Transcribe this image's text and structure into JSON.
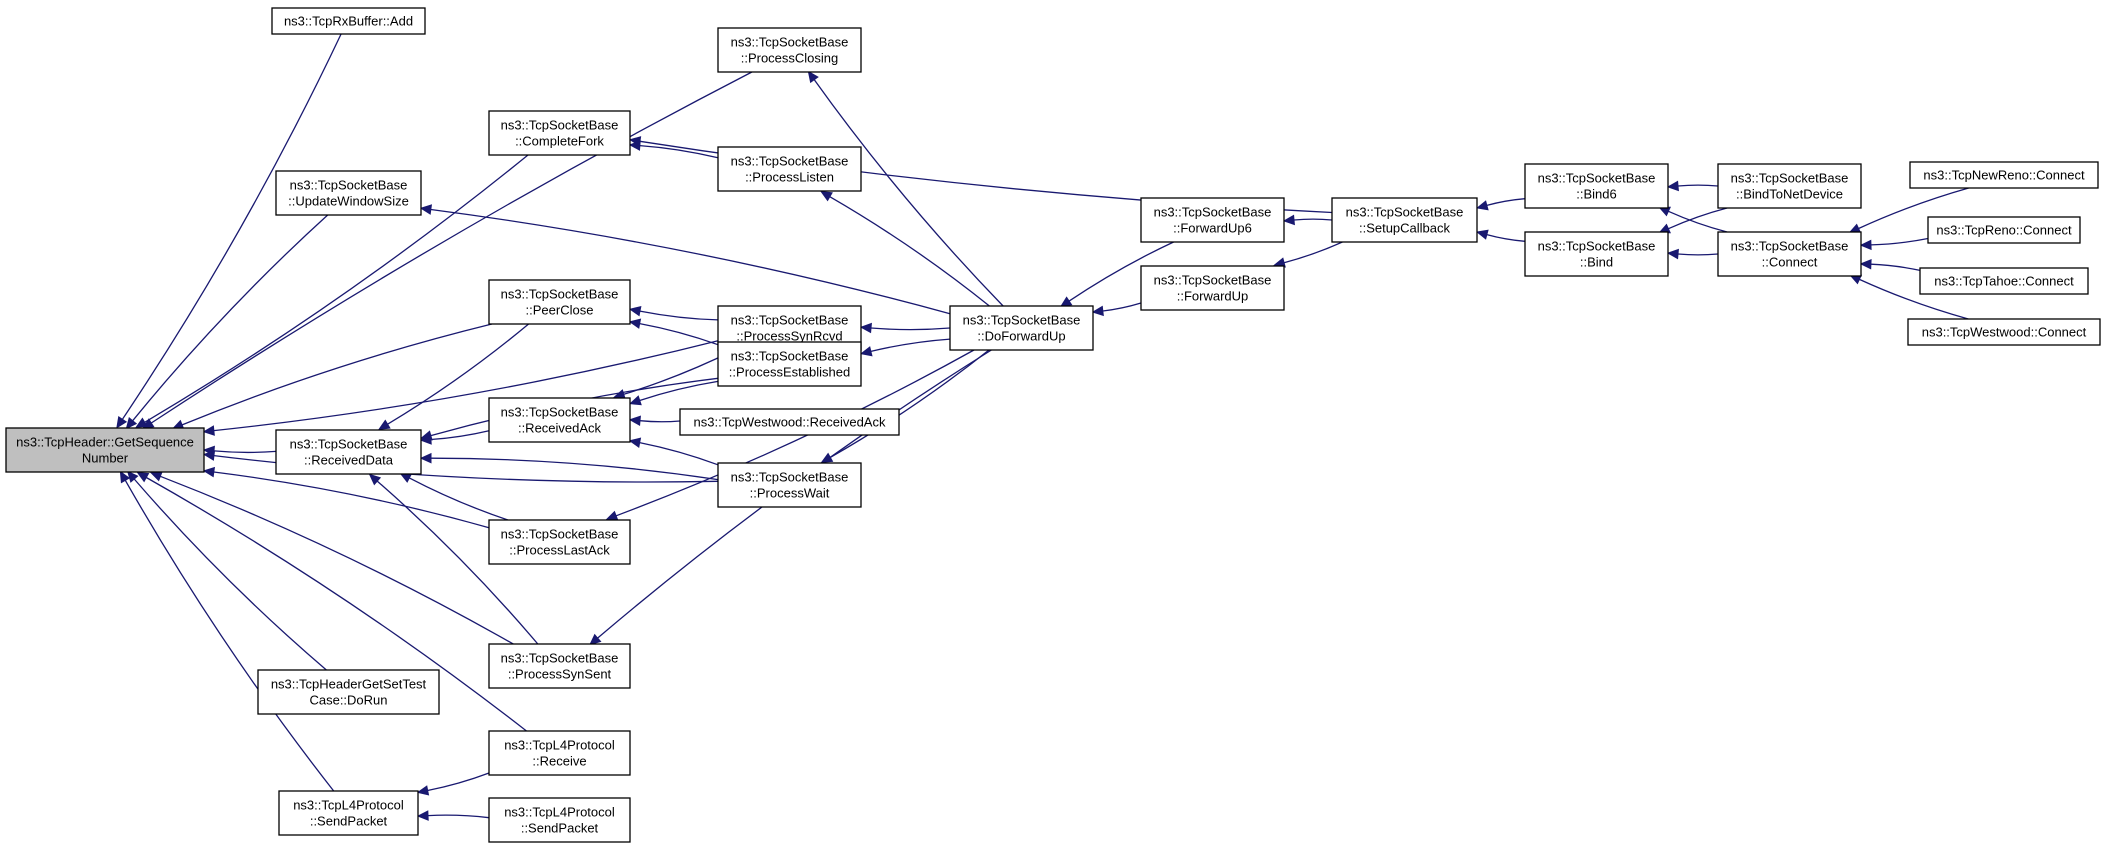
{
  "diagram": {
    "nodes": [
      {
        "id": "n0",
        "lines": [
          "ns3::TcpHeader::GetSequence",
          "Number"
        ],
        "root": true
      },
      {
        "id": "n1",
        "lines": [
          "ns3::TcpRxBuffer::Add"
        ]
      },
      {
        "id": "n2",
        "lines": [
          "ns3::TcpSocketBase",
          "::CompleteFork"
        ]
      },
      {
        "id": "n3",
        "lines": [
          "ns3::TcpSocketBase",
          "::UpdateWindowSize"
        ]
      },
      {
        "id": "n4",
        "lines": [
          "ns3::TcpSocketBase",
          "::PeerClose"
        ]
      },
      {
        "id": "n5",
        "lines": [
          "ns3::TcpSocketBase",
          "::ReceivedData"
        ]
      },
      {
        "id": "n6",
        "lines": [
          "ns3::TcpSocketBase",
          "::ReceivedAck"
        ]
      },
      {
        "id": "n7",
        "lines": [
          "ns3::TcpSocketBase",
          "::ProcessLastAck"
        ]
      },
      {
        "id": "n8",
        "lines": [
          "ns3::TcpSocketBase",
          "::ProcessSynSent"
        ]
      },
      {
        "id": "n9",
        "lines": [
          "ns3::TcpHeaderGetSetTest",
          "Case::DoRun"
        ]
      },
      {
        "id": "n10",
        "lines": [
          "ns3::TcpL4Protocol",
          "::Receive"
        ]
      },
      {
        "id": "n11",
        "lines": [
          "ns3::TcpL4Protocol",
          "::SendPacket"
        ]
      },
      {
        "id": "n12",
        "lines": [
          "ns3::TcpL4Protocol",
          "::SendPacket"
        ]
      },
      {
        "id": "n13",
        "lines": [
          "ns3::TcpSocketBase",
          "::ProcessClosing"
        ]
      },
      {
        "id": "n14",
        "lines": [
          "ns3::TcpSocketBase",
          "::ProcessListen"
        ]
      },
      {
        "id": "n15",
        "lines": [
          "ns3::TcpSocketBase",
          "::ProcessSynRcvd"
        ]
      },
      {
        "id": "n16",
        "lines": [
          "ns3::TcpSocketBase",
          "::ProcessEstablished"
        ]
      },
      {
        "id": "n17",
        "lines": [
          "ns3::TcpWestwood::ReceivedAck"
        ]
      },
      {
        "id": "n18",
        "lines": [
          "ns3::TcpSocketBase",
          "::ProcessWait"
        ]
      },
      {
        "id": "n19",
        "lines": [
          "ns3::TcpSocketBase",
          "::DoForwardUp"
        ]
      },
      {
        "id": "n20",
        "lines": [
          "ns3::TcpSocketBase",
          "::ForwardUp6"
        ]
      },
      {
        "id": "n21",
        "lines": [
          "ns3::TcpSocketBase",
          "::ForwardUp"
        ]
      },
      {
        "id": "n22",
        "lines": [
          "ns3::TcpSocketBase",
          "::SetupCallback"
        ]
      },
      {
        "id": "n23",
        "lines": [
          "ns3::TcpSocketBase",
          "::Bind6"
        ]
      },
      {
        "id": "n24",
        "lines": [
          "ns3::TcpSocketBase",
          "::Bind"
        ]
      },
      {
        "id": "n25",
        "lines": [
          "ns3::TcpSocketBase",
          "::BindToNetDevice"
        ]
      },
      {
        "id": "n26",
        "lines": [
          "ns3::TcpSocketBase",
          "::Connect"
        ]
      },
      {
        "id": "n27",
        "lines": [
          "ns3::TcpNewReno::Connect"
        ]
      },
      {
        "id": "n28",
        "lines": [
          "ns3::TcpReno::Connect"
        ]
      },
      {
        "id": "n29",
        "lines": [
          "ns3::TcpTahoe::Connect"
        ]
      },
      {
        "id": "n30",
        "lines": [
          "ns3::TcpWestwood::Connect"
        ]
      }
    ],
    "edges": [
      [
        "n1",
        "n0"
      ],
      [
        "n13",
        "n0"
      ],
      [
        "n2",
        "n0"
      ],
      [
        "n3",
        "n0"
      ],
      [
        "n15",
        "n0"
      ],
      [
        "n4",
        "n0"
      ],
      [
        "n5",
        "n0"
      ],
      [
        "n7",
        "n0"
      ],
      [
        "n18",
        "n0"
      ],
      [
        "n8",
        "n0"
      ],
      [
        "n9",
        "n0"
      ],
      [
        "n10",
        "n0"
      ],
      [
        "n11",
        "n0"
      ],
      [
        "n14",
        "n2"
      ],
      [
        "n22",
        "n2"
      ],
      [
        "n19",
        "n3"
      ],
      [
        "n15",
        "n4"
      ],
      [
        "n16",
        "n4"
      ],
      [
        "n4",
        "n5"
      ],
      [
        "n16",
        "n5"
      ],
      [
        "n6",
        "n5"
      ],
      [
        "n18",
        "n5"
      ],
      [
        "n7",
        "n5"
      ],
      [
        "n8",
        "n5"
      ],
      [
        "n15",
        "n6"
      ],
      [
        "n16",
        "n6"
      ],
      [
        "n17",
        "n6"
      ],
      [
        "n18",
        "n6"
      ],
      [
        "n19",
        "n7"
      ],
      [
        "n19",
        "n8"
      ],
      [
        "n10",
        "n11"
      ],
      [
        "n12",
        "n11"
      ],
      [
        "n19",
        "n13"
      ],
      [
        "n19",
        "n14"
      ],
      [
        "n19",
        "n15"
      ],
      [
        "n19",
        "n16"
      ],
      [
        "n19",
        "n18"
      ],
      [
        "n20",
        "n19"
      ],
      [
        "n21",
        "n19"
      ],
      [
        "n22",
        "n20"
      ],
      [
        "n22",
        "n21"
      ],
      [
        "n23",
        "n22"
      ],
      [
        "n24",
        "n22"
      ],
      [
        "n25",
        "n23"
      ],
      [
        "n26",
        "n23"
      ],
      [
        "n25",
        "n24"
      ],
      [
        "n26",
        "n24"
      ],
      [
        "n27",
        "n26"
      ],
      [
        "n28",
        "n26"
      ],
      [
        "n29",
        "n26"
      ],
      [
        "n30",
        "n26"
      ]
    ]
  }
}
